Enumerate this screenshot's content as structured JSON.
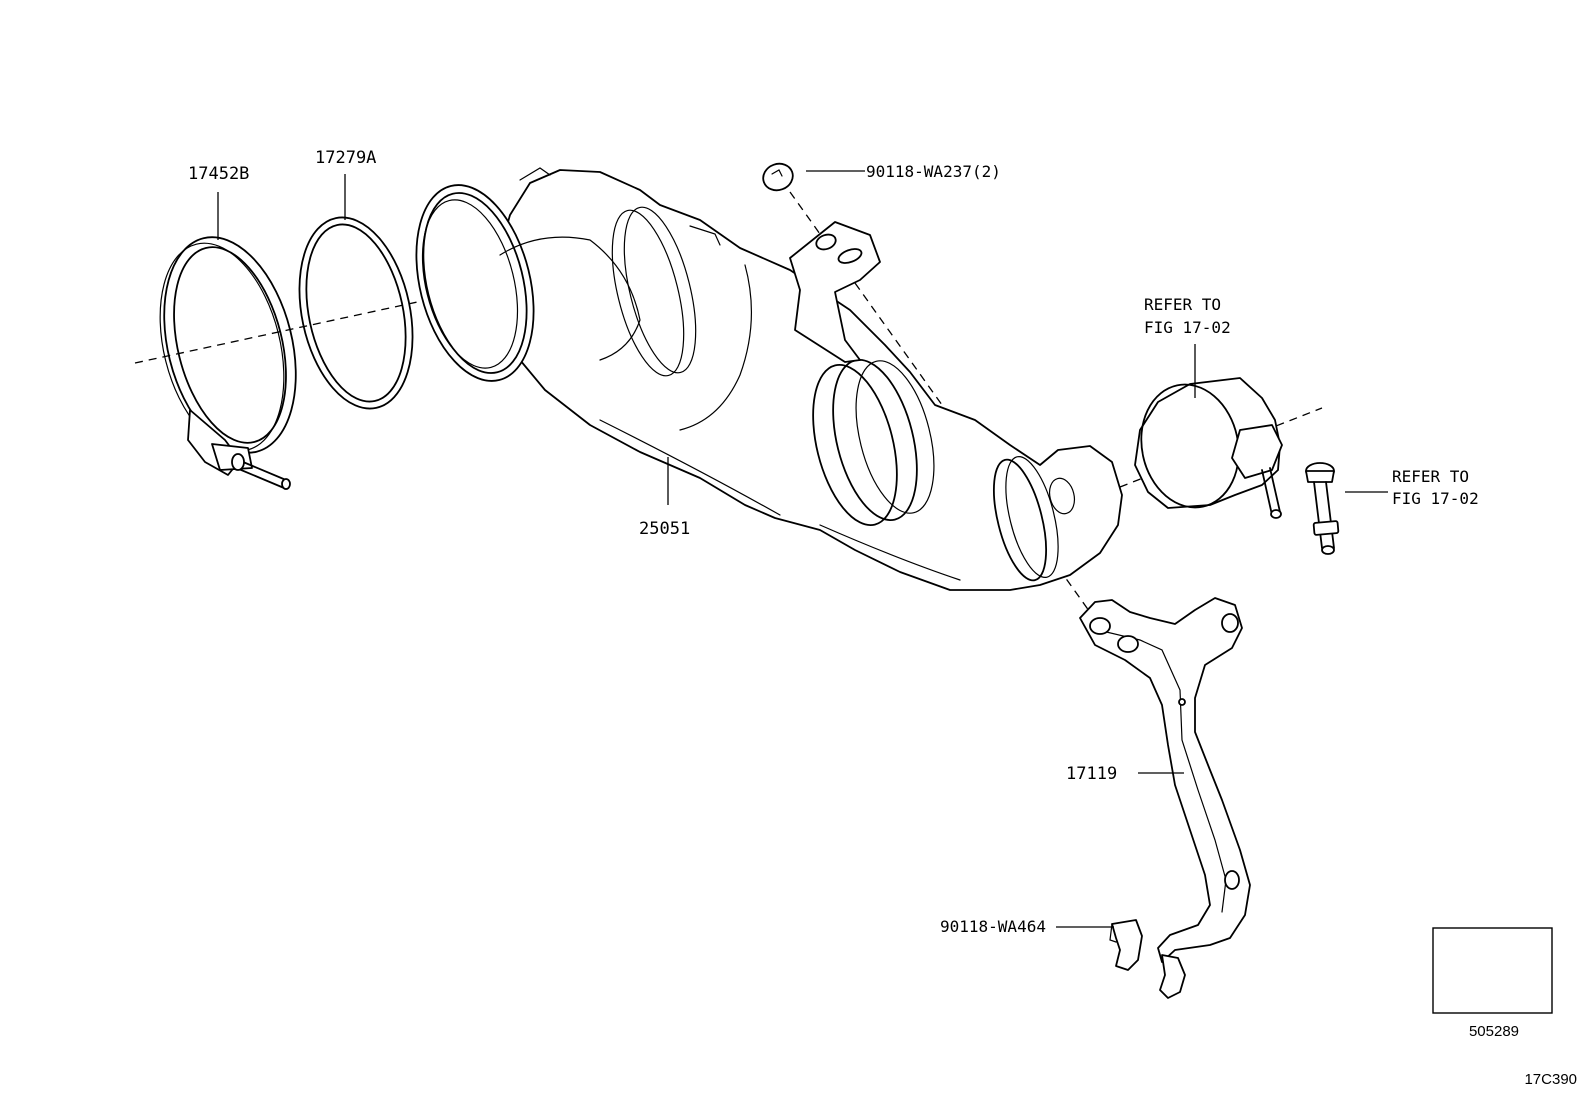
{
  "labels": {
    "clamp_ring": "17452B",
    "gasket": "17279A",
    "converter": "25051",
    "bolt_top": "90118-WA237(2)",
    "clamp_refer_1": "REFER TO",
    "clamp_refer_2": "FIG 17-02",
    "bolt_refer_1": "REFER TO",
    "bolt_refer_2": "FIG 17-02",
    "bracket": "17119",
    "clip": "90118-WA464",
    "box_part": "505289",
    "drawing_code": "17C390"
  }
}
